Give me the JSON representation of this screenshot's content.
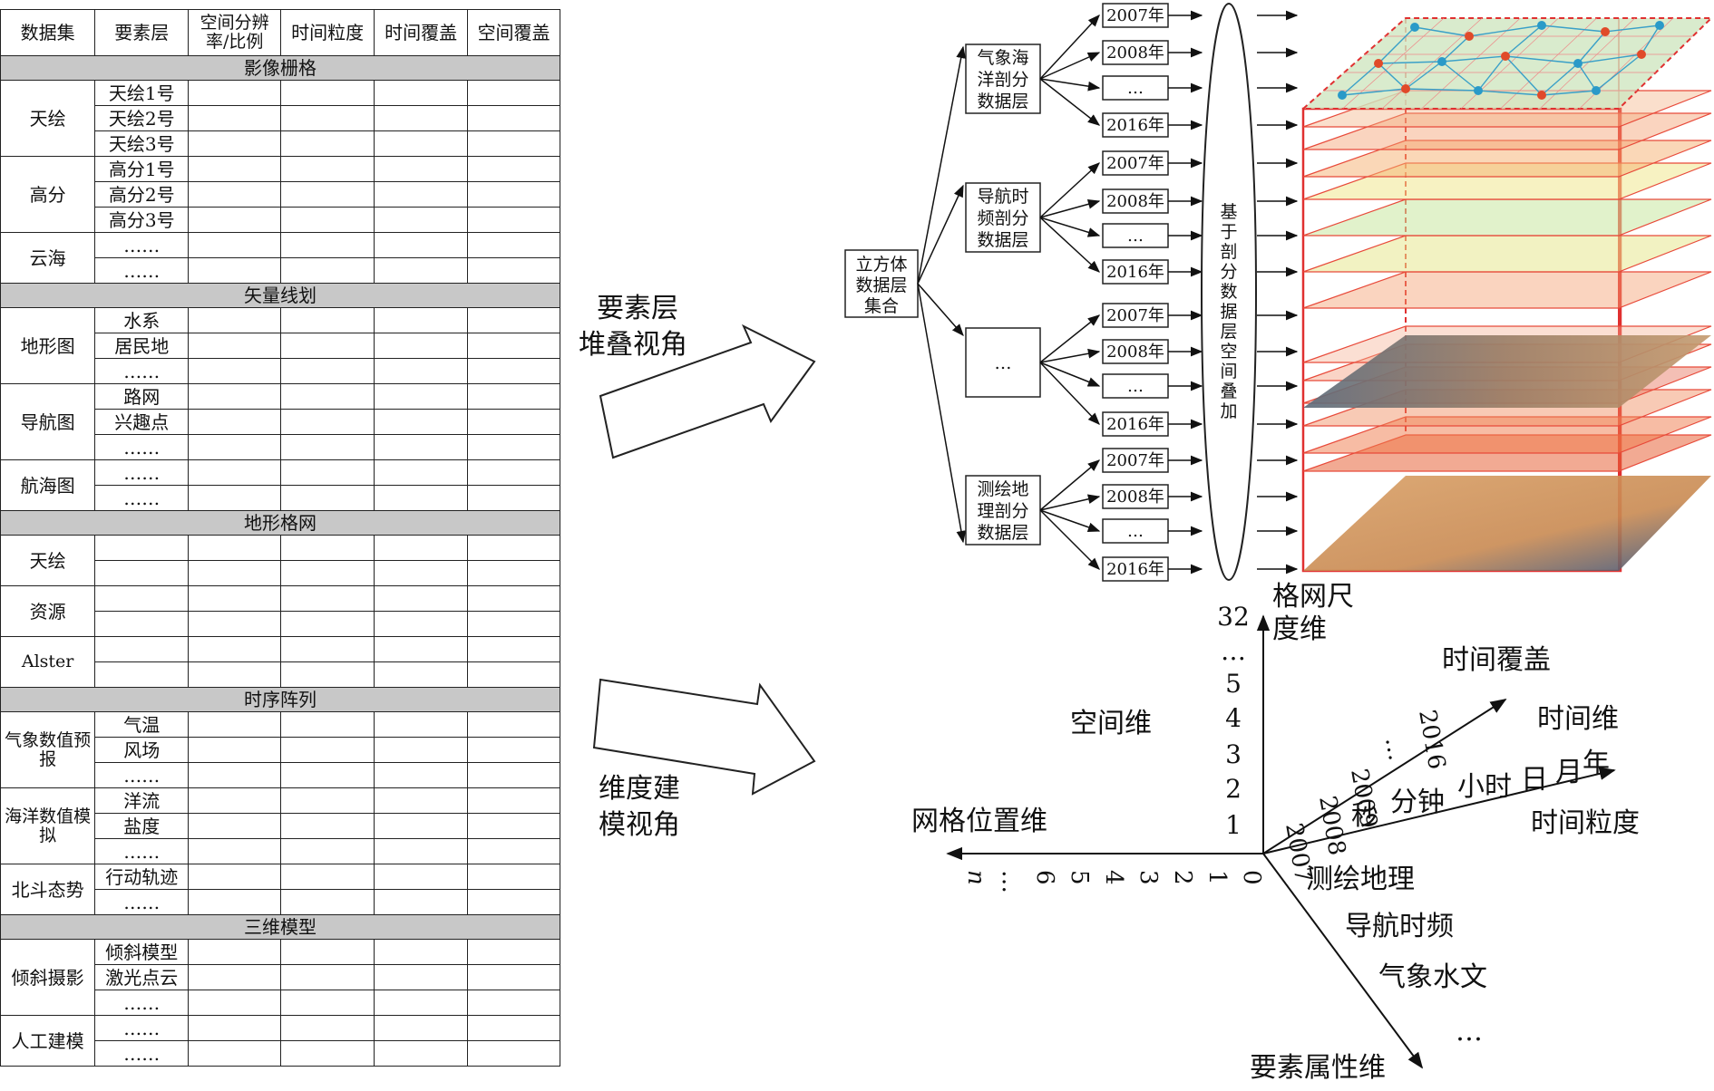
{
  "table": {
    "headers": [
      "数据集",
      "要素层",
      "空间分辨率/比例",
      "时间粒度",
      "时间覆盖",
      "空间覆盖"
    ],
    "sections": [
      {
        "title": "影像栅格",
        "groups": [
          {
            "dataset": "天绘",
            "elements": [
              "天绘1号",
              "天绘2号",
              "天绘3号"
            ]
          },
          {
            "dataset": "高分",
            "elements": [
              "高分1号",
              "高分2号",
              "高分3号"
            ]
          },
          {
            "dataset": "云海",
            "elements": [
              "……",
              "……"
            ]
          }
        ]
      },
      {
        "title": "矢量线划",
        "groups": [
          {
            "dataset": "地形图",
            "elements": [
              "水系",
              "居民地",
              "……"
            ]
          },
          {
            "dataset": "导航图",
            "elements": [
              "路网",
              "兴趣点",
              "……"
            ]
          },
          {
            "dataset": "航海图",
            "elements": [
              "……",
              "……"
            ]
          }
        ]
      },
      {
        "title": "地形格网",
        "groups": [
          {
            "dataset": "天绘",
            "elements": [
              "",
              ""
            ]
          },
          {
            "dataset": "资源",
            "elements": [
              "",
              ""
            ]
          },
          {
            "dataset": "Alster",
            "elements": [
              "",
              ""
            ]
          }
        ]
      },
      {
        "title": "时序阵列",
        "groups": [
          {
            "dataset": "气象数值预报",
            "elements": [
              "气温",
              "风场",
              "……"
            ]
          },
          {
            "dataset": "海洋数值模拟",
            "elements": [
              "洋流",
              "盐度",
              "……"
            ]
          },
          {
            "dataset": "北斗态势",
            "elements": [
              "行动轨迹",
              "……"
            ]
          }
        ]
      },
      {
        "title": "三维模型",
        "groups": [
          {
            "dataset": "倾斜摄影",
            "elements": [
              "倾斜模型",
              "激光点云",
              "……"
            ]
          },
          {
            "dataset": "人工建模",
            "elements": [
              "……",
              "……"
            ]
          }
        ]
      }
    ]
  },
  "arrows": {
    "top_label_line1": "要素层",
    "top_label_line2": "堆叠视角",
    "bottom_label_line1": "维度建",
    "bottom_label_line2": "模视角"
  },
  "tree": {
    "root": [
      "立方体",
      "数据层",
      "集合"
    ],
    "branches": [
      {
        "label": [
          "气象海",
          "洋剖分",
          "数据层"
        ],
        "years": [
          "2007年",
          "2008年",
          "…",
          "2016年"
        ]
      },
      {
        "label": [
          "导航时",
          "频剖分",
          "数据层"
        ],
        "years": [
          "2007年",
          "2008年",
          "…",
          "2016年"
        ]
      },
      {
        "label": [
          "…"
        ],
        "years": [
          "2007年",
          "2008年",
          "…",
          "2016年"
        ]
      },
      {
        "label": [
          "测绘地",
          "理剖分",
          "数据层"
        ],
        "years": [
          "2007年",
          "2008年",
          "…",
          "2016年"
        ]
      }
    ],
    "ellipse_label": "基于剖分数据层空间叠加"
  },
  "axes": {
    "grid_scale": {
      "title_line1": "格网尺",
      "title_line2": "度维",
      "ticks": [
        "1",
        "2",
        "3",
        "4",
        "5",
        "…",
        "32"
      ]
    },
    "spatial": "空间维",
    "grid_position": {
      "title": "网格位置维",
      "ticks": [
        "0",
        "1",
        "2",
        "3",
        "4",
        "5",
        "6",
        "…",
        "n"
      ]
    },
    "time_coverage": {
      "title": "时间覆盖",
      "ticks": [
        "2007",
        "2008",
        "2009",
        "…",
        "2016"
      ]
    },
    "time_dim": "时间维",
    "time_granularity": {
      "title": "时间粒度",
      "ticks": [
        "秒",
        "分钟",
        "小时",
        "日",
        "月",
        "年"
      ]
    },
    "feature_attr": {
      "title": "要素属性维",
      "ticks": [
        "测绘地理",
        "导航时频",
        "气象水文",
        "…"
      ]
    }
  }
}
